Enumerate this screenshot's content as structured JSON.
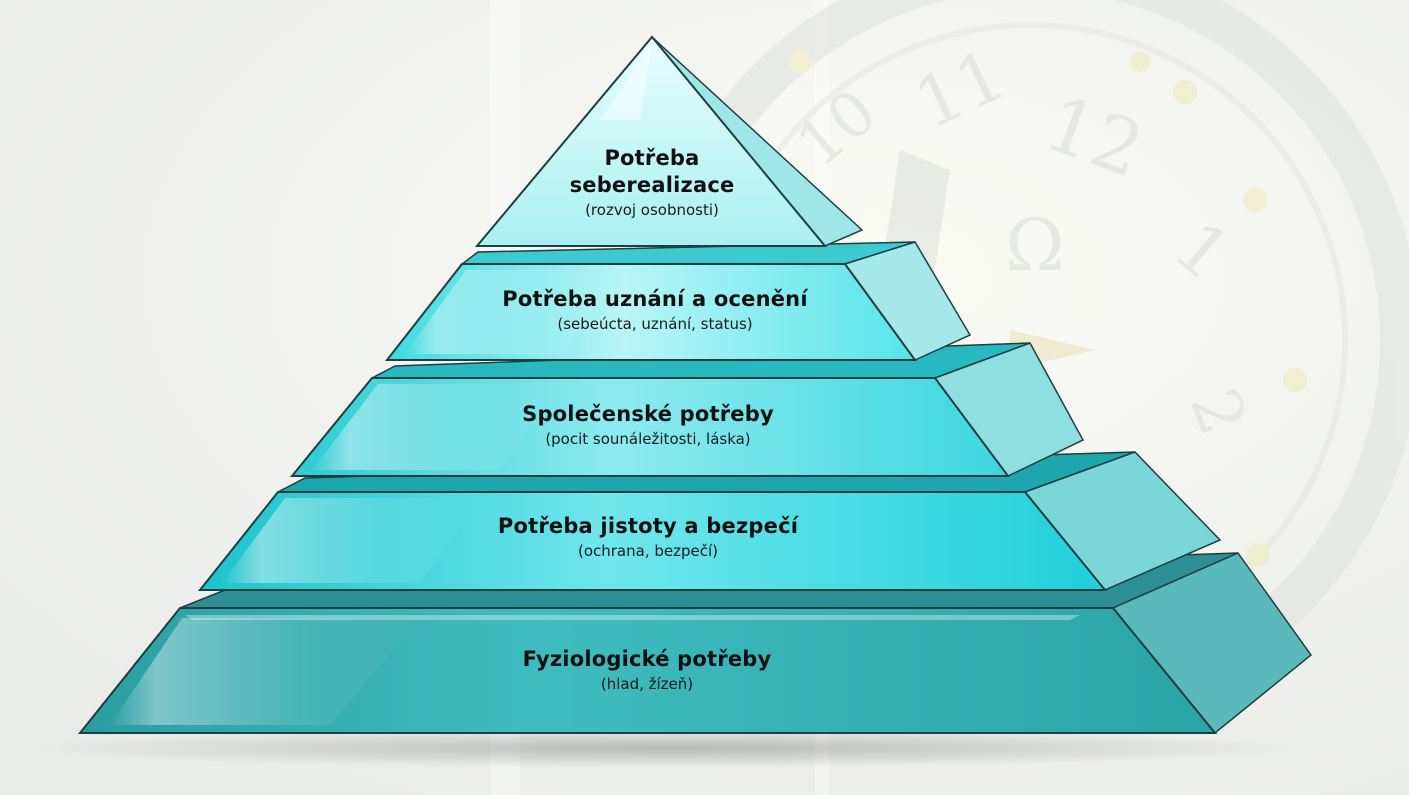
{
  "diagram": {
    "type": "pyramid",
    "levels": [
      {
        "title_line1": "Potřeba",
        "title_line2": "seberealizace",
        "subtitle": "(rozvoj osobnosti)"
      },
      {
        "title_line1": "Potřeba uznání a ocenění",
        "title_line2": "",
        "subtitle": "(sebeúcta, uznání, status)"
      },
      {
        "title_line1": "Společenské potřeby",
        "title_line2": "",
        "subtitle": "(pocit sounáležitosti, láska)"
      },
      {
        "title_line1": "Potřeba jistoty a bezpečí",
        "title_line2": "",
        "subtitle": "(ochrana, bezpečí)"
      },
      {
        "title_line1": "Fyziologické potřeby",
        "title_line2": "",
        "subtitle": "(hlad, žízeň)"
      }
    ],
    "colors": {
      "level_top": "#cdf8f8",
      "level_2": "#5ee8ee",
      "level_3": "#36dbe3",
      "level_4": "#22c8d4",
      "level_base": "#2aa7aa",
      "outline": "#1e3e40"
    }
  }
}
